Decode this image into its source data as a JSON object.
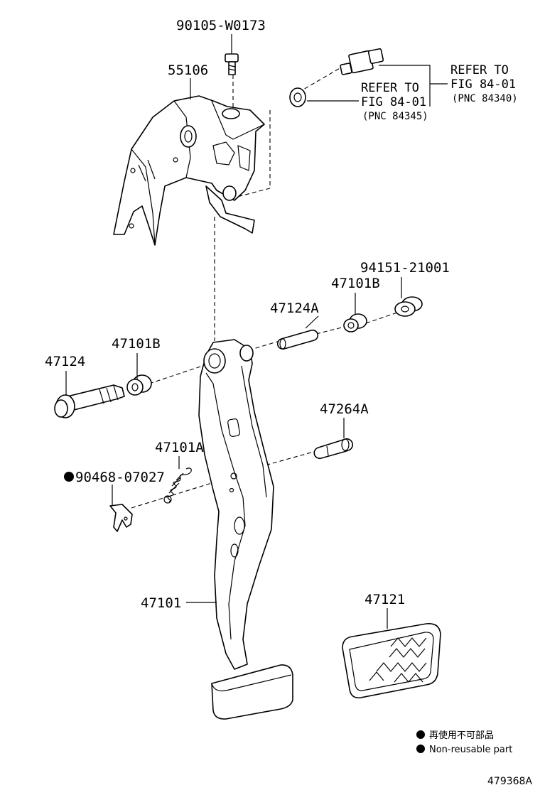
{
  "labels": {
    "bolt_top": "90105-W0173",
    "bracket": "55106",
    "refer1_line1": "REFER TO",
    "refer1_line2": "FIG 84-01",
    "refer1_pnc": "(PNC 84340)",
    "refer2_line1": "REFER TO",
    "refer2_line2": "FIG 84-01",
    "refer2_pnc": "(PNC 84345)",
    "collar_right": "94151-21001",
    "bushing_right": "47101B",
    "pin": "47124A",
    "bolt_left": "47124",
    "bushing_left": "47101B",
    "clevis_pin": "47264A",
    "spring": "47101A",
    "clip": "90468-07027",
    "pedal_arm": "47101",
    "pedal_pad": "47121"
  },
  "legend": {
    "line1": "再使用不可部品",
    "line2": "Non-reusable part"
  },
  "figure_id": "479368A"
}
